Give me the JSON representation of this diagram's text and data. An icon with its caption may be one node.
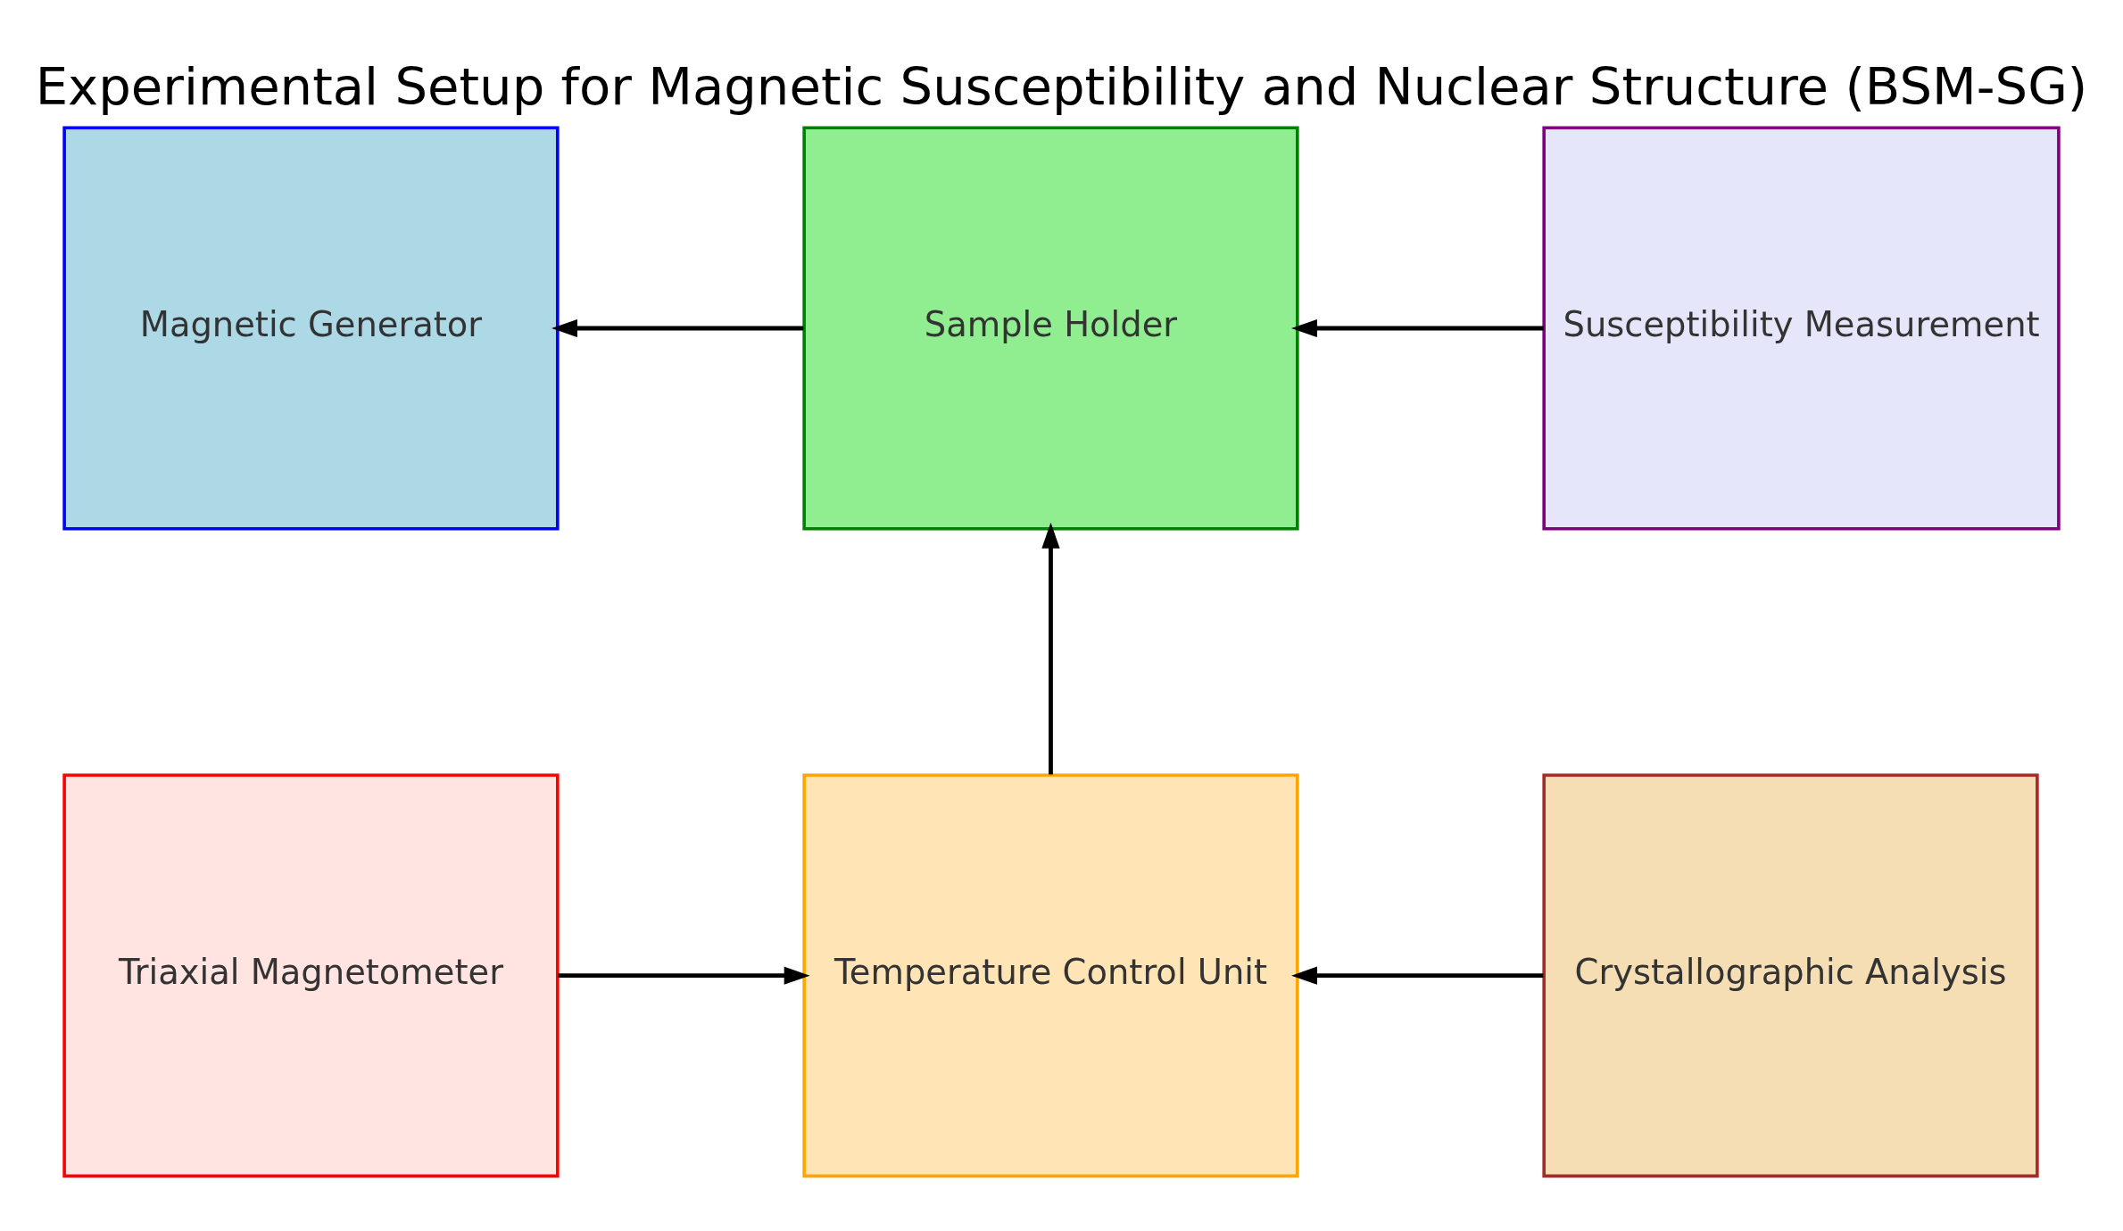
{
  "diagram": {
    "title": "Experimental Setup for Magnetic Susceptibility and Nuclear Structure (BSM-SG)",
    "nodes": [
      {
        "text": [
          "Magnetic Generator"
        ]
      },
      {
        "text": [
          "Sample Holder"
        ]
      },
      {
        "text": [
          "Susceptibility Measurement"
        ]
      },
      {
        "text": [
          "Triaxial Magnetometer"
        ]
      },
      {
        "text": [
          "Temperature Control Unit"
        ]
      },
      {
        "text": [
          "Crystallographic Analysis"
        ]
      }
    ],
    "edges": [
      {
        "from": 1,
        "to": 0,
        "arrow": "to"
      },
      {
        "from": 2,
        "to": 1,
        "arrow": "to"
      },
      {
        "from": 4,
        "to": 1,
        "arrow": "to"
      },
      {
        "from": 3,
        "to": 4,
        "arrow": "to"
      },
      {
        "from": 5,
        "to": 4,
        "arrow": "to"
      }
    ]
  }
}
